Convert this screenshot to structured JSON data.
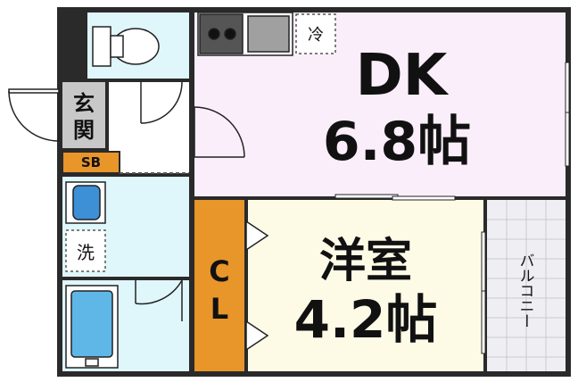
{
  "rooms": {
    "dk": {
      "name": "DK",
      "size": "6.8帖"
    },
    "western": {
      "name": "洋室",
      "size": "4.2帖"
    },
    "closet": {
      "line1": "C",
      "line2": "L"
    },
    "genkan": {
      "line1": "玄",
      "line2": "関"
    },
    "shoebox": "SB",
    "washer": "洗",
    "fridge": "冷",
    "balcony": "バルコニー"
  },
  "colors": {
    "dk_floor": "#fbeefb",
    "western_floor": "#fdfbe6",
    "wet_area": "#dff6fb",
    "closet": "#e8952a",
    "genkan": "#c8c8c8",
    "balcony": "#efeff3",
    "wall": "#2a2a2a"
  }
}
